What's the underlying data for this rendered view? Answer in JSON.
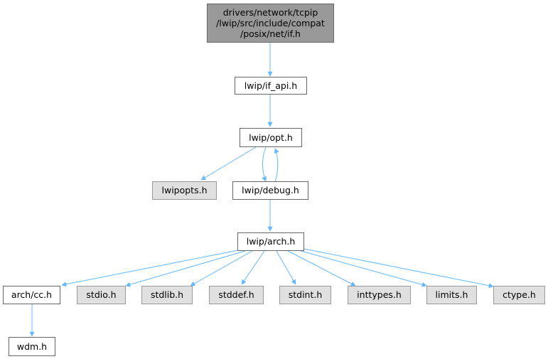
{
  "diagram": {
    "root": {
      "lines": [
        "drivers/network/tcpip",
        "/lwip/src/include/compat",
        "/posix/net/if.h"
      ]
    },
    "nodes": {
      "if_api": "lwip/if_api.h",
      "opt": "lwip/opt.h",
      "lwipopts": "lwipopts.h",
      "debug": "lwip/debug.h",
      "arch": "lwip/arch.h",
      "cc": "arch/cc.h",
      "stdio": "stdio.h",
      "stdlib": "stdlib.h",
      "stddef": "stddef.h",
      "stdint": "stdint.h",
      "inttypes": "inttypes.h",
      "limits": "limits.h",
      "ctype": "ctype.h",
      "wdm": "wdm.h"
    },
    "colors": {
      "edge": "#63b8ff",
      "root_fill": "#999999",
      "system_fill": "#e0e0e0",
      "node_border": "#666666"
    }
  }
}
